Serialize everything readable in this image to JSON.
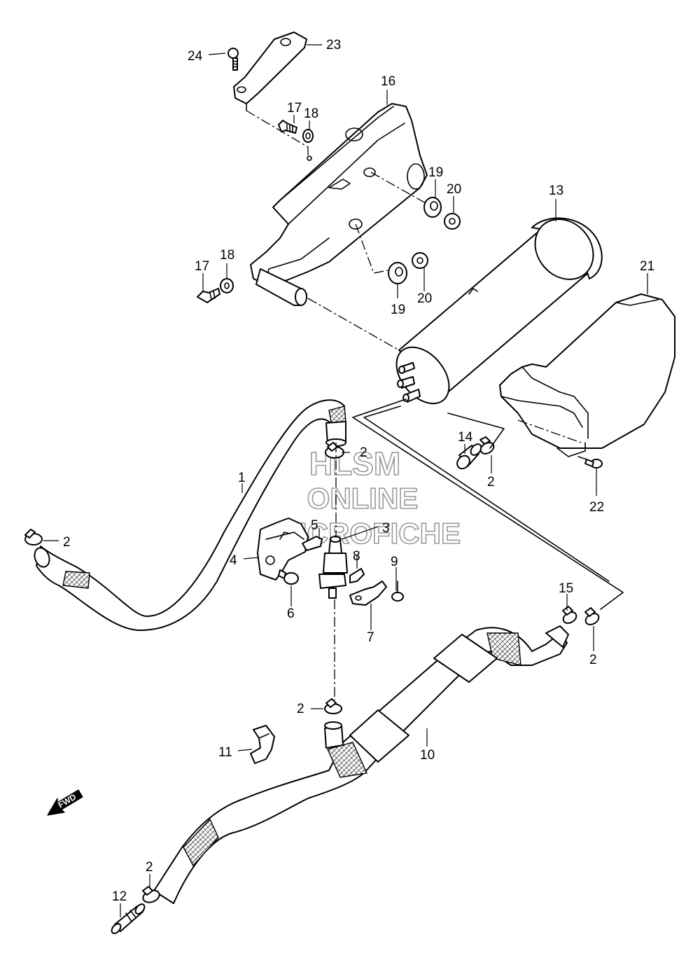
{
  "callouts": {
    "c1": "1",
    "c2a": "2",
    "c2b": "2",
    "c2c": "2",
    "c2d": "2",
    "c2e": "2",
    "c2f": "2",
    "c3": "3",
    "c4": "4",
    "c5": "5",
    "c6": "6",
    "c7": "7",
    "c8": "8",
    "c9": "9",
    "c10": "10",
    "c11": "11",
    "c12": "12",
    "c13": "13",
    "c14": "14",
    "c15": "15",
    "c16": "16",
    "c17a": "17",
    "c17b": "17",
    "c18a": "18",
    "c18b": "18",
    "c19a": "19",
    "c19b": "19",
    "c20a": "20",
    "c20b": "20",
    "c21": "21",
    "c22": "22",
    "c23": "23",
    "c24": "24"
  },
  "watermark": {
    "line1": "HLSM",
    "line2": "ONLINE",
    "line3": "MICROFICHE"
  },
  "fwd_label": "FWD"
}
